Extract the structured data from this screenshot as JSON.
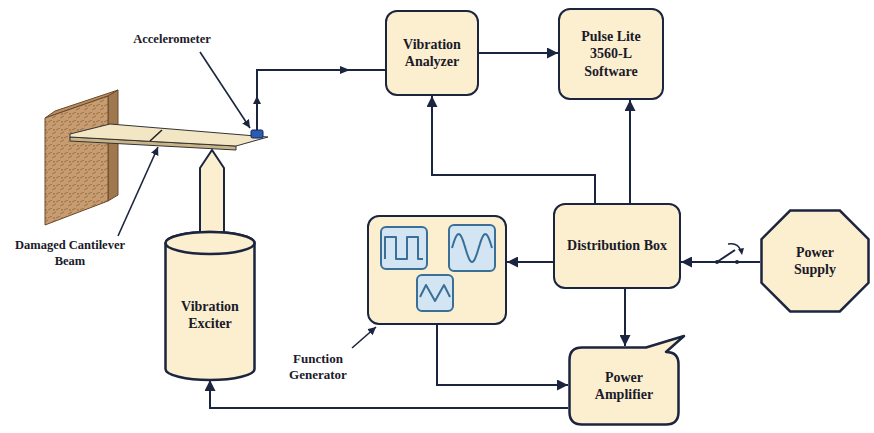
{
  "diagram": {
    "nodes": [
      {
        "text": [
          "Vibration Analyzer"
        ]
      },
      {
        "text": [
          "Pulse Lite 3560-L Software"
        ]
      },
      {
        "text": [
          "Distribution Box"
        ]
      },
      {
        "text": [
          "Power Supply"
        ]
      },
      {
        "text": [
          "Function Generator"
        ]
      },
      {
        "text": [
          "Vibration Exciter"
        ]
      },
      {
        "text": [
          "Power Amplifier"
        ]
      }
    ],
    "edges": [
      {
        "from": 0,
        "to": 1,
        "arrow": "to"
      },
      {
        "from": 2,
        "to": 0,
        "arrow": "to"
      },
      {
        "from": 2,
        "to": 1,
        "arrow": "to"
      },
      {
        "from": 2,
        "to": 4,
        "arrow": "to"
      },
      {
        "from": 3,
        "to": 2,
        "arrow": "to"
      },
      {
        "from": 2,
        "to": 6,
        "arrow": "to"
      },
      {
        "from": 4,
        "to": 6,
        "arrow": "to"
      },
      {
        "from": 6,
        "to": 5,
        "arrow": "to"
      }
    ],
    "labels": [
      "Accelerometer",
      "Damaged Cantilever Beam"
    ]
  }
}
